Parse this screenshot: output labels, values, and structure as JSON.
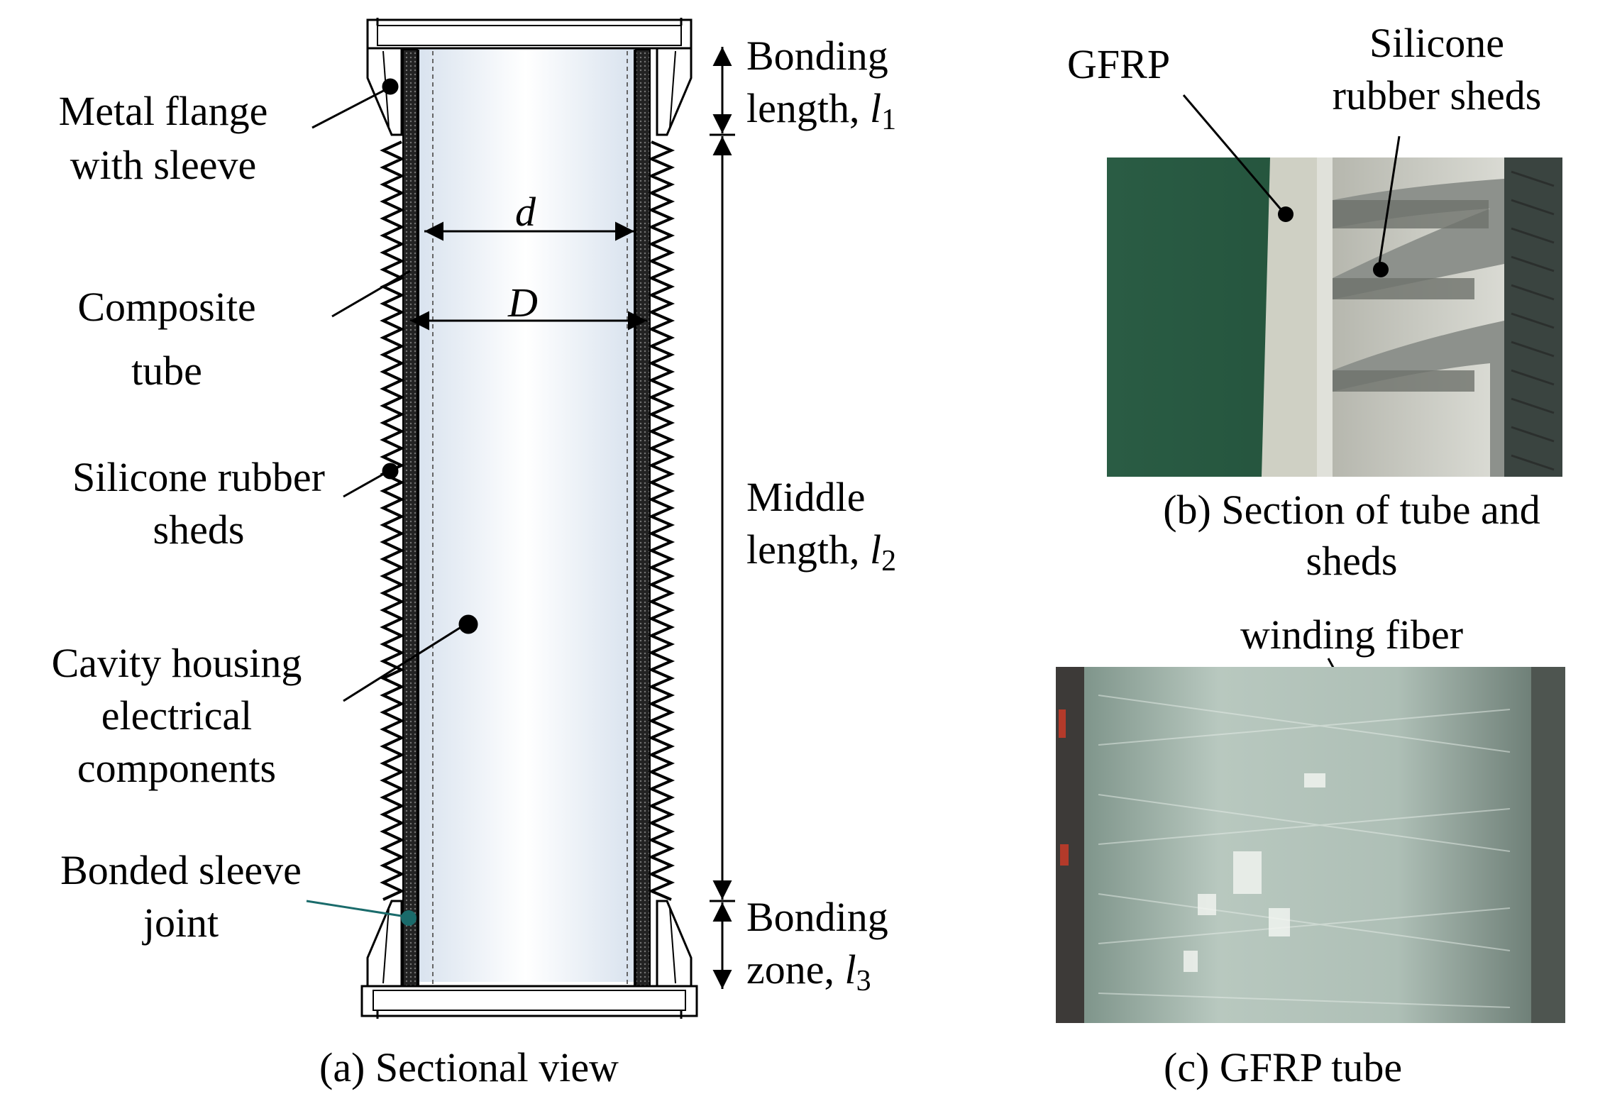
{
  "panels": {
    "a": {
      "caption": "(a) Sectional view",
      "labels": {
        "flange_line1": "Metal flange",
        "flange_line2": "with sleeve",
        "composite_line1": "Composite",
        "composite_line2": "tube",
        "sheds_line1": "Silicone rubber",
        "sheds_line2": "sheds",
        "cavity_line1": "Cavity housing",
        "cavity_line2": "electrical",
        "cavity_line3": "components",
        "joint_line1": "Bonded sleeve",
        "joint_line2": "joint"
      },
      "dimensions": {
        "inner_diameter": "d",
        "outer_diameter": "D",
        "l1_line1": "Bonding",
        "l1_line2": "length, ",
        "l1_sym": "l",
        "l1_sub": "1",
        "l2_line1": "Middle",
        "l2_line2": "length, ",
        "l2_sym": "l",
        "l2_sub": "2",
        "l3_line1": "Bonding",
        "l3_line2": "zone, ",
        "l3_sym": "l",
        "l3_sub": "3"
      }
    },
    "b": {
      "caption_line1": "(b) Section of tube and",
      "caption_line2": "sheds",
      "labels": {
        "gfrp": "GFRP",
        "sheds_line1": "Silicone",
        "sheds_line2": "rubber sheds"
      }
    },
    "c": {
      "caption": "(c)  GFRP tube",
      "labels": {
        "winding": "winding fiber"
      }
    }
  },
  "colors": {
    "line": "#000000",
    "joint_leader": "#1a6b6b",
    "photo_b_green": "#24533a",
    "photo_b_gray": "#c9c9c1",
    "photo_c_base": "#a9bcb3"
  }
}
